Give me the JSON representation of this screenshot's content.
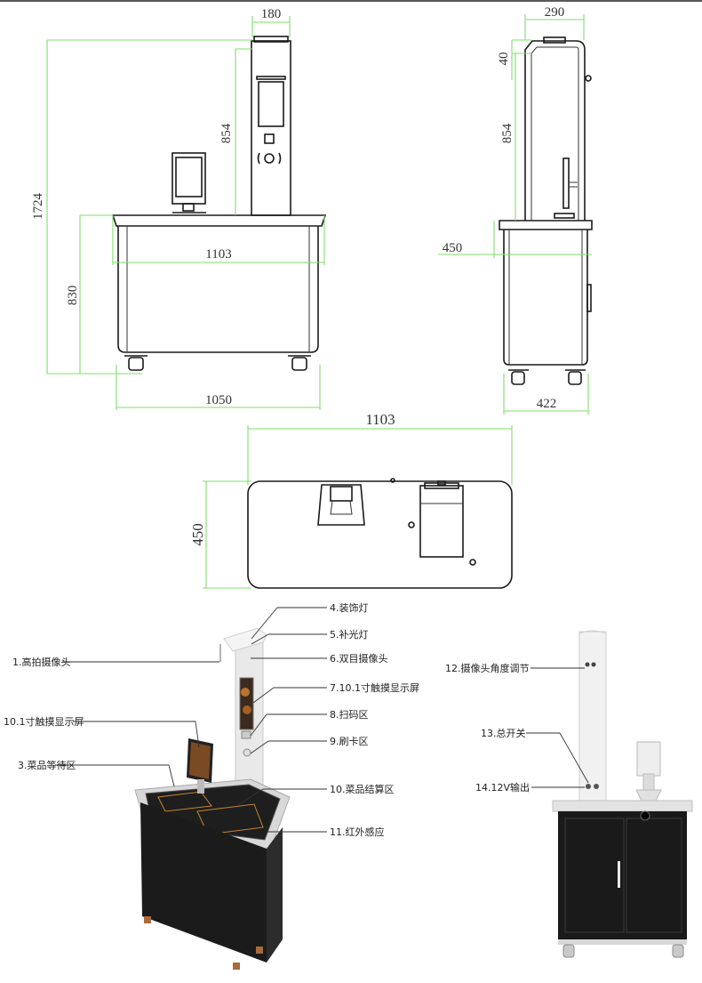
{
  "dimensions": {
    "front_top_width": "180",
    "front_total_height": "1724",
    "front_column_height": "854",
    "front_table_width": "1103",
    "front_table_height": "830",
    "front_base_width": "1050",
    "side_top_width": "290",
    "side_top_height": "40",
    "side_column_height": "854",
    "side_table_depth": "450",
    "side_base_depth": "422",
    "top_width": "1103",
    "top_depth": "450"
  },
  "left_labels": [
    "1.高拍摄像头",
    "10.1寸触摸显示屏",
    "3.菜品等待区"
  ],
  "right_labels": [
    "4.装饰灯",
    "5.补光灯",
    "6.双目摄像头",
    "7.10.1寸触摸显示屏",
    "8.扫码区",
    "9.刷卡区",
    "10.菜品结算区",
    "11.红外感应"
  ],
  "back_labels": [
    "12.摄像头角度调节",
    "13.总开关",
    "14.12V输出"
  ]
}
